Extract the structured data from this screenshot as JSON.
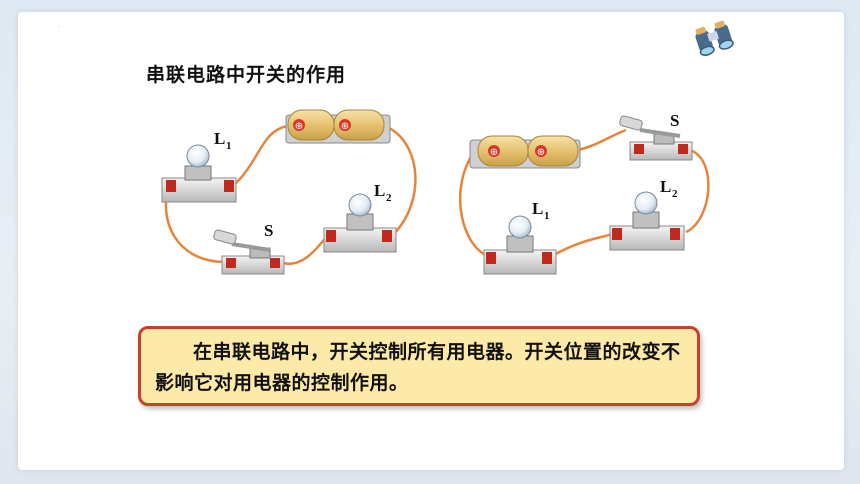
{
  "title": "串联电路中开关的作用",
  "labels": {
    "left": {
      "bulb1_main": "L",
      "bulb1_sub": "1",
      "bulb2_main": "L",
      "bulb2_sub": "2",
      "switch": "S"
    },
    "right": {
      "bulb1_main": "L",
      "bulb1_sub": "1",
      "bulb2_main": "L",
      "bulb2_sub": "2",
      "switch": "S"
    }
  },
  "battery_symbol": "⊕",
  "callout": {
    "text": "在串联电路中，开关控制所有用电器。开关位置的改变不影响它对用电器的控制作用。"
  },
  "icons": [
    "binoculars-icon"
  ],
  "colors": {
    "wire": "#e8843a",
    "callout_border": "#c8412c",
    "callout_fill": "#fde9a8",
    "battery": "#e8c878"
  }
}
